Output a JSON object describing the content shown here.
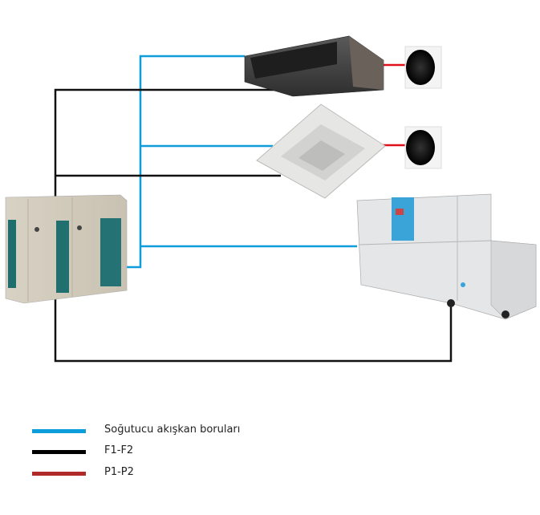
{
  "colors": {
    "refrigerant": "#0d9ddb",
    "f1f2": "#000000",
    "p1p2": "#b02a2a",
    "p1p2_line": "#e0101a"
  },
  "devices": {
    "outdoor_unit": "outdoor-vrv-unit",
    "duct_unit": "ducted-indoor-unit",
    "cassette_unit": "cassette-indoor-unit",
    "controller_1": "remote-controller",
    "controller_2": "remote-controller",
    "ahu": "air-handling-unit"
  },
  "legend": [
    {
      "label": "Soğutucu akışkan boruları",
      "color": "#0d9ddb"
    },
    {
      "label": "F1-F2",
      "color": "#000000"
    },
    {
      "label": "P1-P2",
      "color": "#b02a2a"
    }
  ]
}
